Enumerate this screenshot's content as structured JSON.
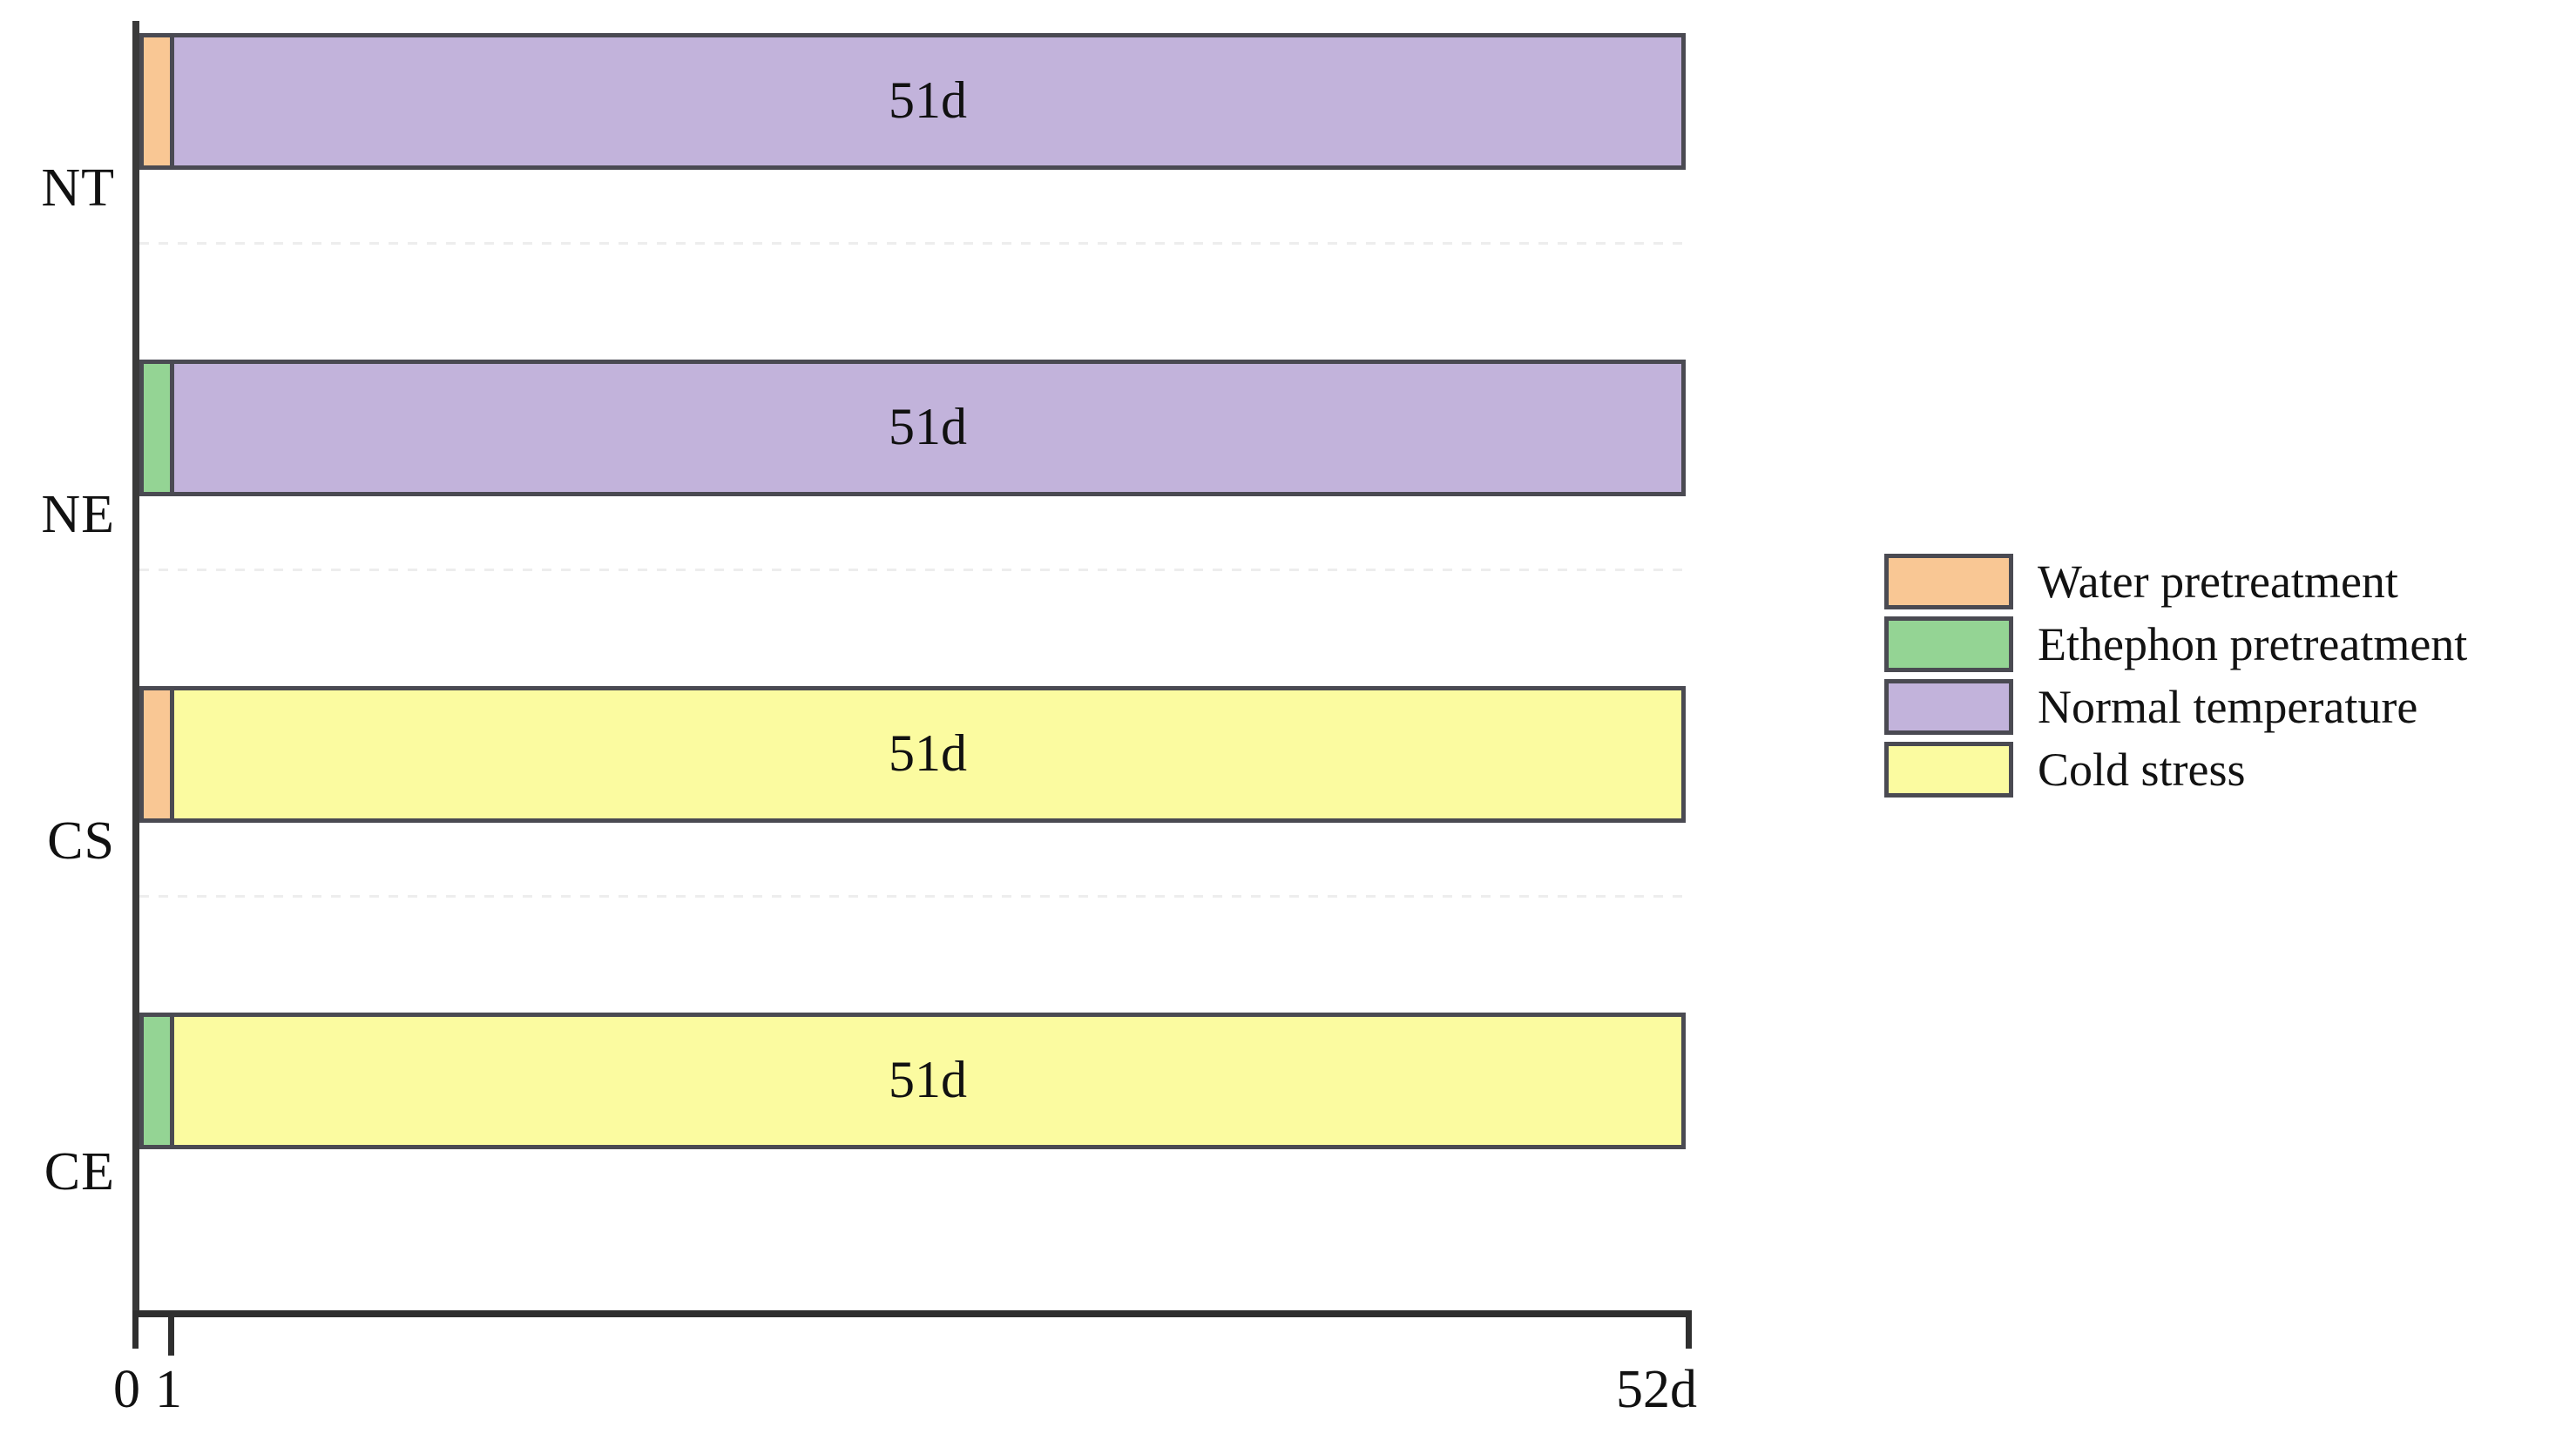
{
  "chart_data": {
    "type": "bar",
    "orientation": "horizontal",
    "stacked": true,
    "title": "",
    "subtitle": "",
    "xlabel": "",
    "ylabel": "",
    "xlim": [
      0,
      52
    ],
    "grid": false,
    "legend_position": "right",
    "x_tick_labels": [
      "0",
      "1",
      "52d"
    ],
    "x_tick_values": [
      0,
      1,
      52
    ],
    "categories": [
      "NT",
      "NE",
      "CS",
      "CE"
    ],
    "series": [
      {
        "name": "Water pretreatment",
        "color": "#f9c794",
        "values": [
          1,
          0,
          1,
          0
        ]
      },
      {
        "name": "Ethephon pretreatment",
        "color": "#94d494",
        "values": [
          0,
          1,
          0,
          1
        ]
      },
      {
        "name": "Normal temperature",
        "color": "#c2b3db",
        "values": [
          51,
          51,
          0,
          0
        ]
      },
      {
        "name": "Cold stress",
        "color": "#fbfba0",
        "values": [
          0,
          0,
          51,
          51
        ]
      }
    ],
    "bar_annotations": [
      "51d",
      "51d",
      "51d",
      "51d"
    ],
    "bars": [
      {
        "category": "NT",
        "segments": [
          {
            "series": "Water pretreatment",
            "days": 1,
            "label": "",
            "color": "#f9c794"
          },
          {
            "series": "Normal temperature",
            "days": 51,
            "label": "51d",
            "color": "#c2b3db"
          }
        ]
      },
      {
        "category": "NE",
        "segments": [
          {
            "series": "Ethephon pretreatment",
            "days": 1,
            "label": "",
            "color": "#94d494"
          },
          {
            "series": "Normal temperature",
            "days": 51,
            "label": "51d",
            "color": "#c2b3db"
          }
        ]
      },
      {
        "category": "CS",
        "segments": [
          {
            "series": "Water pretreatment",
            "days": 1,
            "label": "",
            "color": "#f9c794"
          },
          {
            "series": "Cold stress",
            "days": 51,
            "label": "51d",
            "color": "#fbfba0"
          }
        ]
      },
      {
        "category": "CE",
        "segments": [
          {
            "series": "Ethephon pretreatment",
            "days": 1,
            "label": "",
            "color": "#94d494"
          },
          {
            "series": "Cold stress",
            "days": 51,
            "label": "51d",
            "color": "#fbfba0"
          }
        ]
      }
    ]
  },
  "axis": {
    "x_ticks": [
      {
        "label": "0",
        "value": 0
      },
      {
        "label": "1",
        "value": 1
      },
      {
        "label": "52d",
        "value": 52
      }
    ],
    "y_labels": [
      "NT",
      "NE",
      "CS",
      "CE"
    ]
  },
  "legend": {
    "items": [
      {
        "label": "Water pretreatment",
        "color": "#f9c794"
      },
      {
        "label": "Ethephon pretreatment",
        "color": "#94d494"
      },
      {
        "label": "Normal temperature",
        "color": "#c2b3db"
      },
      {
        "label": "Cold stress",
        "color": "#fbfba0"
      }
    ]
  },
  "colors": {
    "water": "#f9c794",
    "ethephon": "#94d494",
    "normal_temperature": "#c2b3db",
    "cold_stress": "#fbfba0",
    "outline": "#4a4a52",
    "axis": "#2f2f2f",
    "text": "#111111",
    "separator": "#ededed"
  }
}
